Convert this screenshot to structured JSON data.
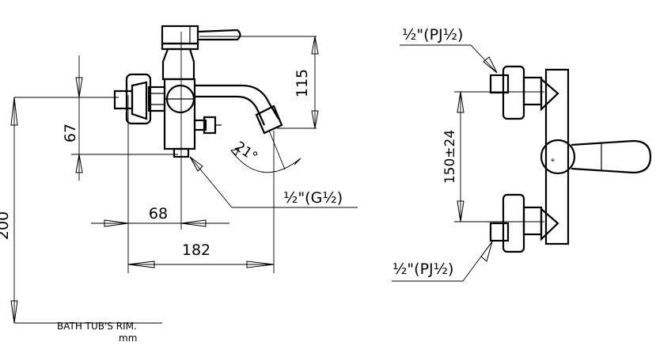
{
  "dimensions": {
    "d115": "115",
    "d67": "67",
    "d200": "200",
    "d68": "68",
    "d182": "182",
    "d150": "150±24",
    "angle": "21°"
  },
  "connections": {
    "side_outlet": "½\"(G½)",
    "top_inlet": "½\"(PJ½)",
    "bottom_inlet": "½\"(PJ½)"
  },
  "labels": {
    "rim": "BATH TUB'S RIM.",
    "unit": "mm"
  }
}
